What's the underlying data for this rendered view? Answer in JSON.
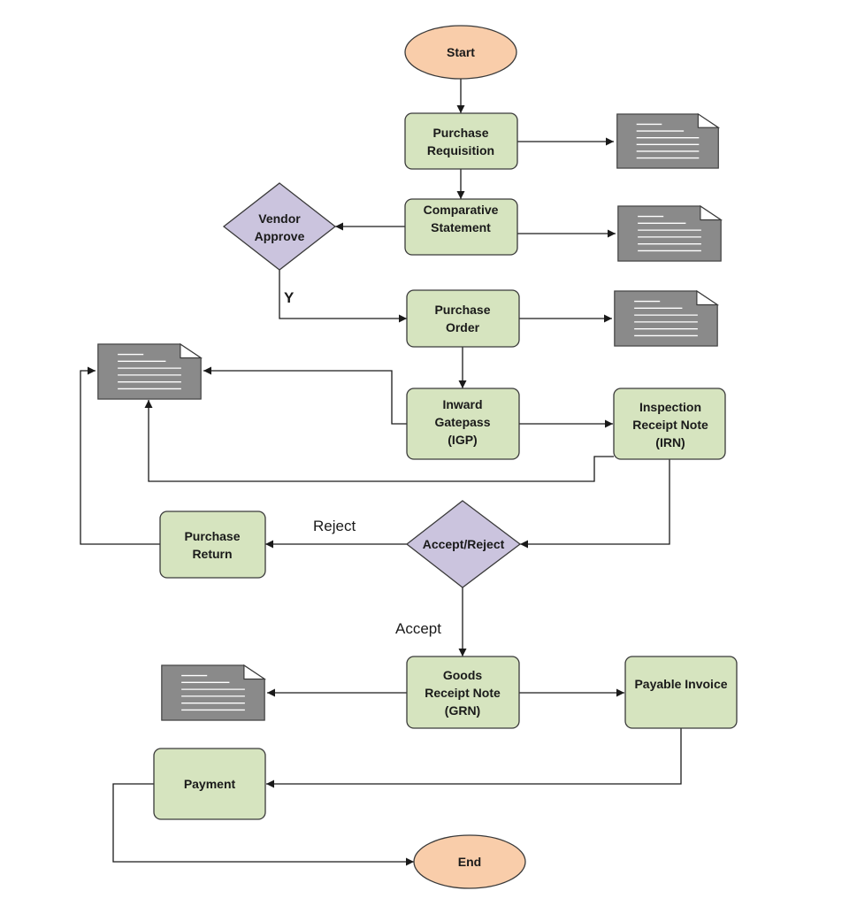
{
  "nodes": {
    "start": "Start",
    "purchase_requisition": [
      "Purchase",
      "Requisition"
    ],
    "comparative_statement": [
      "Comparative",
      "Statement"
    ],
    "vendor_approve": [
      "Vendor",
      "Approve"
    ],
    "purchase_order": [
      "Purchase",
      "Order"
    ],
    "inward_gatepass": [
      "Inward",
      "Gatepass",
      "(IGP)"
    ],
    "inspection_receipt_note": [
      "Inspection",
      "Receipt Note",
      "(IRN)"
    ],
    "accept_reject": "Accept/Reject",
    "purchase_return": [
      "Purchase",
      "Return"
    ],
    "goods_receipt_note": [
      "Goods",
      "Receipt Note",
      "(GRN)"
    ],
    "payable_invoice": "Payable Invoice",
    "payment": "Payment",
    "end": "End"
  },
  "edge_labels": {
    "vendor_yes": "Y",
    "reject": "Reject",
    "accept": "Accept"
  },
  "colors": {
    "process": "#d6e4bf",
    "terminal": "#f9cdaa",
    "decision": "#cbc4de",
    "document": "#8a8a8a"
  },
  "icons": [
    "document-icon"
  ]
}
